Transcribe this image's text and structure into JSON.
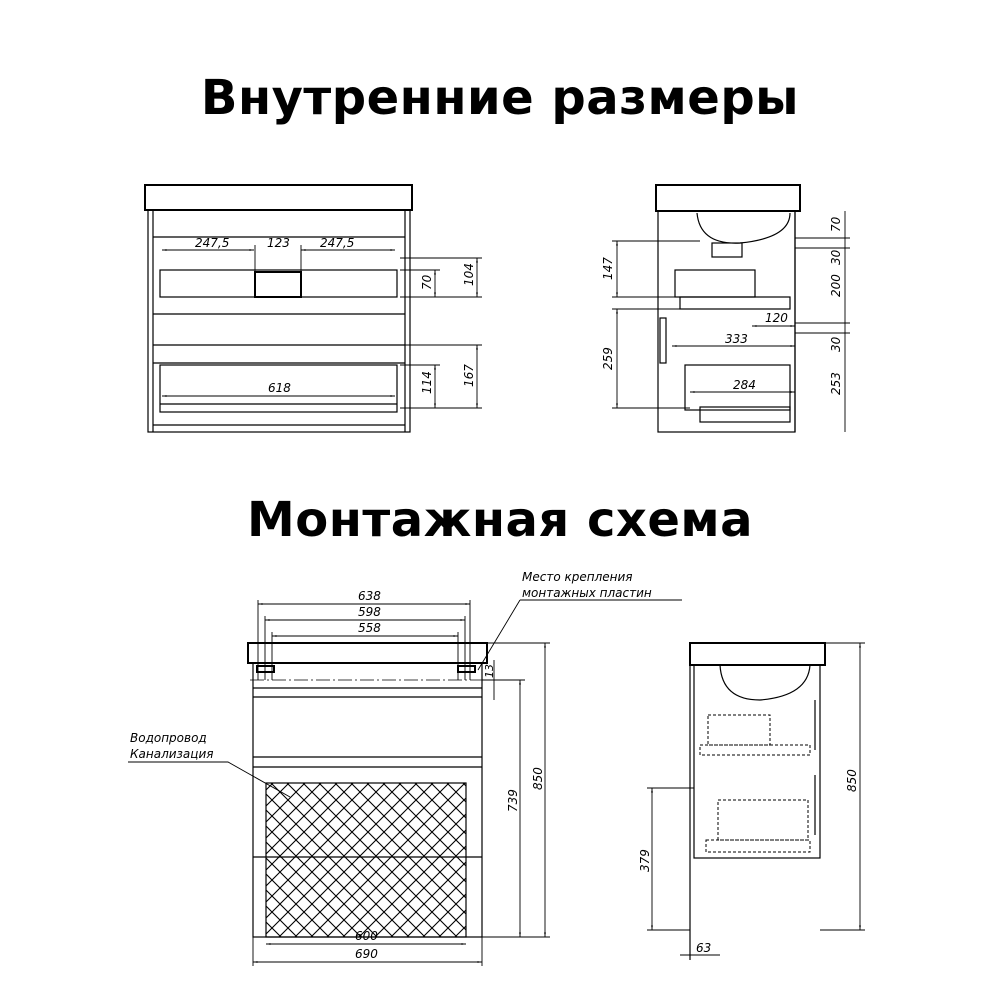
{
  "titles": {
    "internal": "Внутренние размеры",
    "mounting": "Монтажная схема"
  },
  "internal_front": {
    "dims": {
      "left": "247,5",
      "center": "123",
      "right": "247,5",
      "drawer1_height": "70",
      "drawer1_outer": "104",
      "drawer2_width": "618",
      "drawer2_height": "114",
      "drawer2_outer": "167"
    }
  },
  "internal_side": {
    "dims": {
      "upper_left": "147",
      "lower_left": "259",
      "r70": "70",
      "r30a": "30",
      "r200": "200",
      "r120": "120",
      "r30b": "30",
      "r253": "253",
      "depth1": "333",
      "depth2": "284"
    }
  },
  "mounting_front": {
    "dims": {
      "w638": "638",
      "w598": "598",
      "w558": "558",
      "h13": "13",
      "h739": "739",
      "h850": "850",
      "w600": "600",
      "w690": "690"
    },
    "notes": {
      "plates_line1": "Место крепления",
      "plates_line2": "монтажных пластин",
      "pipes_line1": "Водопровод",
      "pipes_line2": "Канализация"
    }
  },
  "mounting_side": {
    "dims": {
      "h850": "850",
      "h379": "379",
      "d63": "63"
    }
  }
}
